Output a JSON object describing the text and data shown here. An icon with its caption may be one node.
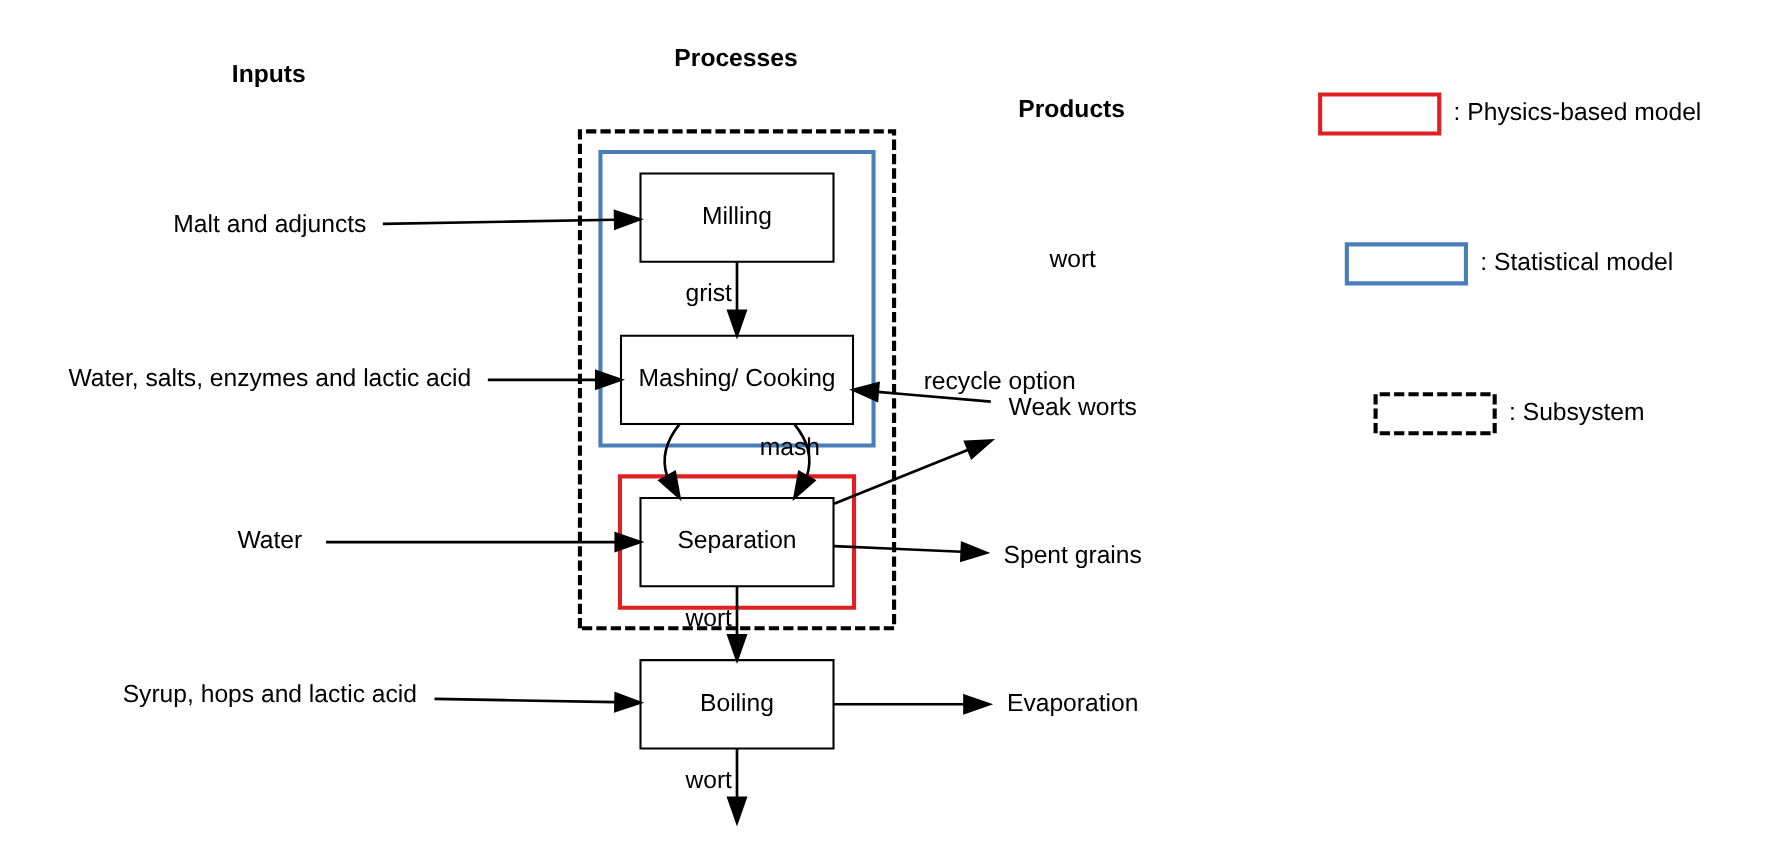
{
  "diagram": {
    "nodes": [
      {
        "text": [],
        "shape": "box"
      },
      {
        "text": [],
        "shape": "box",
        "in": 0
      },
      {
        "text": [
          "Milling"
        ],
        "in": 1
      },
      {
        "text": [
          "Mashing/ Cooking"
        ],
        "in": 1
      },
      {
        "text": [],
        "shape": "box",
        "in": 0
      },
      {
        "text": [
          "Separation"
        ],
        "in": 4
      },
      {
        "text": [
          "Boiling"
        ]
      },
      {
        "text": [
          "Malt and adjuncts"
        ]
      },
      {
        "text": [
          "Water, salts, enzymes and lactic acid"
        ]
      },
      {
        "text": [
          "Water"
        ]
      },
      {
        "text": [
          "Syrup, hops and lactic acid"
        ]
      },
      {
        "text": [
          "Weak worts"
        ]
      },
      {
        "text": [
          "Spent grains"
        ]
      },
      {
        "text": [
          "Evaporation"
        ]
      }
    ],
    "edges": [
      {
        "from": 7,
        "to": 2,
        "arrow": "to"
      },
      {
        "from": 2,
        "to": 3,
        "arrow": "to",
        "label": "grist"
      },
      {
        "from": 8,
        "to": 3,
        "arrow": "to"
      },
      {
        "from": 3,
        "to": 5,
        "arrow": "to",
        "label": "mash"
      },
      {
        "from": 9,
        "to": 5,
        "arrow": "to"
      },
      {
        "from": 5,
        "to": 11,
        "arrow": "to"
      },
      {
        "from": 5,
        "to": 12,
        "arrow": "to"
      },
      {
        "from": 11,
        "to": 3,
        "arrow": "to",
        "label": "recycle option"
      },
      {
        "from": 5,
        "to": 6,
        "arrow": "to",
        "label": "wort"
      },
      {
        "from": 10,
        "to": 6,
        "arrow": "to"
      },
      {
        "from": 6,
        "to": 13,
        "arrow": "to"
      },
      {
        "from": 6,
        "to": null,
        "arrow": "to",
        "label": "wort"
      }
    ],
    "labels": [
      "Inputs",
      "Processes",
      "Products",
      "wort"
    ],
    "legend": [
      {
        "text": ": Physics-based model",
        "color": "#e02020"
      },
      {
        "text": ": Statistical model",
        "color": "#4a7ebb"
      },
      {
        "text": ": Subsystem"
      }
    ]
  }
}
